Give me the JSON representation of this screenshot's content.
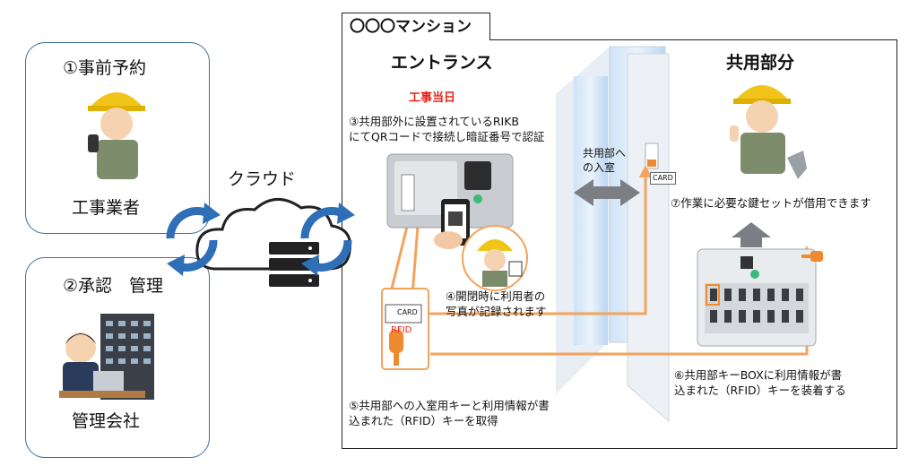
{
  "contractor_panel": {
    "step": "①事前予約",
    "name": "工事業者"
  },
  "manager_panel": {
    "step": "②承認　管理",
    "name": "管理会社"
  },
  "cloud": {
    "label": "クラウド"
  },
  "building": {
    "title": "〇〇〇マンション"
  },
  "entrance": {
    "heading": "エントランス",
    "work_day": "工事当日",
    "step3": [
      "③共用部外に設置されているRIKB",
      "にてQRコードで接続し暗証番号で認証"
    ],
    "step4": [
      "④開閉時に利用者の",
      "写真が記録されます"
    ],
    "step5": [
      "⑤共用部への入室用キーと利用情報が書",
      "込まれた（RFID）キーを取得"
    ]
  },
  "door": {
    "label": [
      "共用部へ",
      "の入室"
    ]
  },
  "common_area": {
    "heading": "共用部分",
    "step7": "⑦作業に必要な鍵セットが借用できます",
    "step6": [
      "⑥共用部キーBOXに利用情報が書",
      "込まれた（RFID）キーを装着する"
    ]
  },
  "card": {
    "label": "CARD",
    "rfid": "RFID"
  },
  "colors": {
    "accent_red": "#e8231a",
    "sync_blue": "#2e6fb8",
    "orange_line": "#f3a35c",
    "panel_border": "#3f6f9a"
  }
}
